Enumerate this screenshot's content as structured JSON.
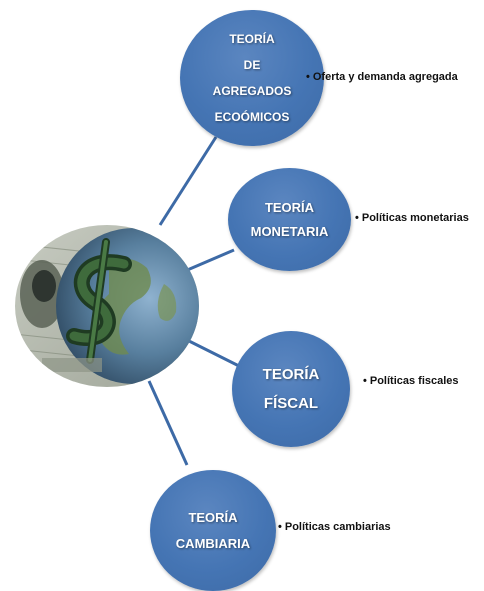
{
  "nodes": [
    {
      "lines": [
        "TEORÍA",
        "DE",
        "AGREGADOS",
        "ECOÓMICOS"
      ],
      "bullet": "Oferta y demanda  agregada"
    },
    {
      "lines": [
        "TEORÍA",
        "MONETARIA"
      ],
      "bullet": "Políticas monetarias"
    },
    {
      "lines": [
        "TEORÍA",
        "FÍSCAL"
      ],
      "bullet": "Políticas fiscales"
    },
    {
      "lines": [
        "TEORÍA",
        "CAMBIARIA"
      ],
      "bullet": "Políticas cambiarias"
    }
  ],
  "bullet_char": "•",
  "colors": {
    "node_fill": "#4575b4",
    "connector": "#3d6aa6",
    "node_text": "#ffffff",
    "bullet_text": "#111111"
  },
  "central_image": {
    "description_icon": "globe-with-dollar-sign-image"
  }
}
